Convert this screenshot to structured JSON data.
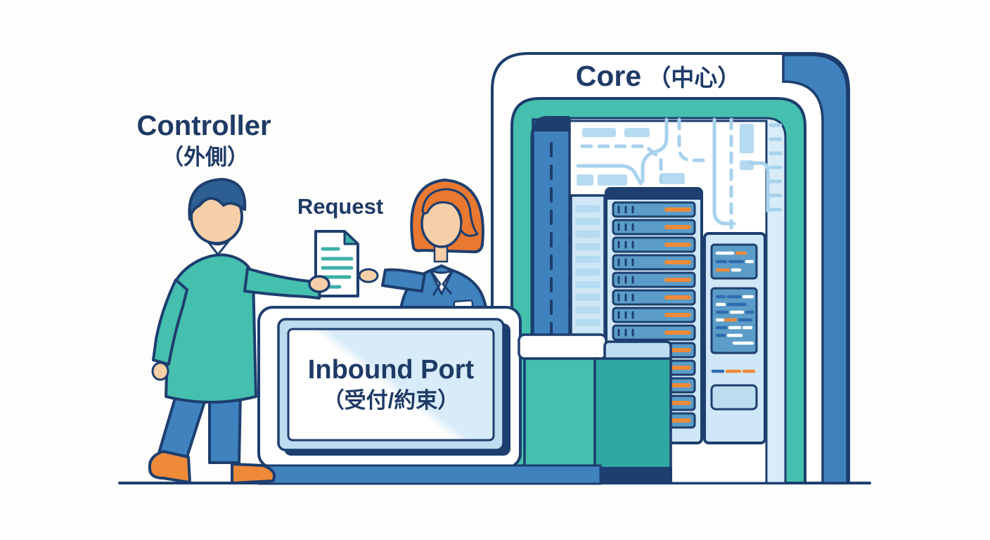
{
  "labels": {
    "controller_line1": "Controller",
    "controller_line2": "（外側）",
    "request": "Request",
    "core_en": "Core",
    "core_jp": "（中心）",
    "inbound_line1": "Inbound Port",
    "inbound_line2": "（受付/約束）"
  },
  "scene": {
    "server_rack": {
      "unit_count": 13
    },
    "vent_tower": {
      "slat_count": 12
    },
    "circuit_dash_column": {
      "dash_count": 7
    }
  },
  "palette": {
    "navy": "#1d3e6e",
    "text_navy": "#1e3a66",
    "teal": "#45bfae",
    "teal_dark": "#2fa8a3",
    "blue": "#3f82bd",
    "steel_blue": "#5b9dc8",
    "light_blue": "#bcdcef",
    "lighter_blue": "#cfe7f6",
    "pale_blue": "#d8ecf7",
    "circuit_blue": "#a6d2ec",
    "circuit_fill": "#b5dbf1",
    "orange": "#ef8a38",
    "skin": "#f6cfa8",
    "hair_orange": "#e97931",
    "hair_blue": "#2d5f93",
    "background": "#fdfdfb",
    "white": "#ffffff",
    "doc_teal": "#3db1a8"
  }
}
